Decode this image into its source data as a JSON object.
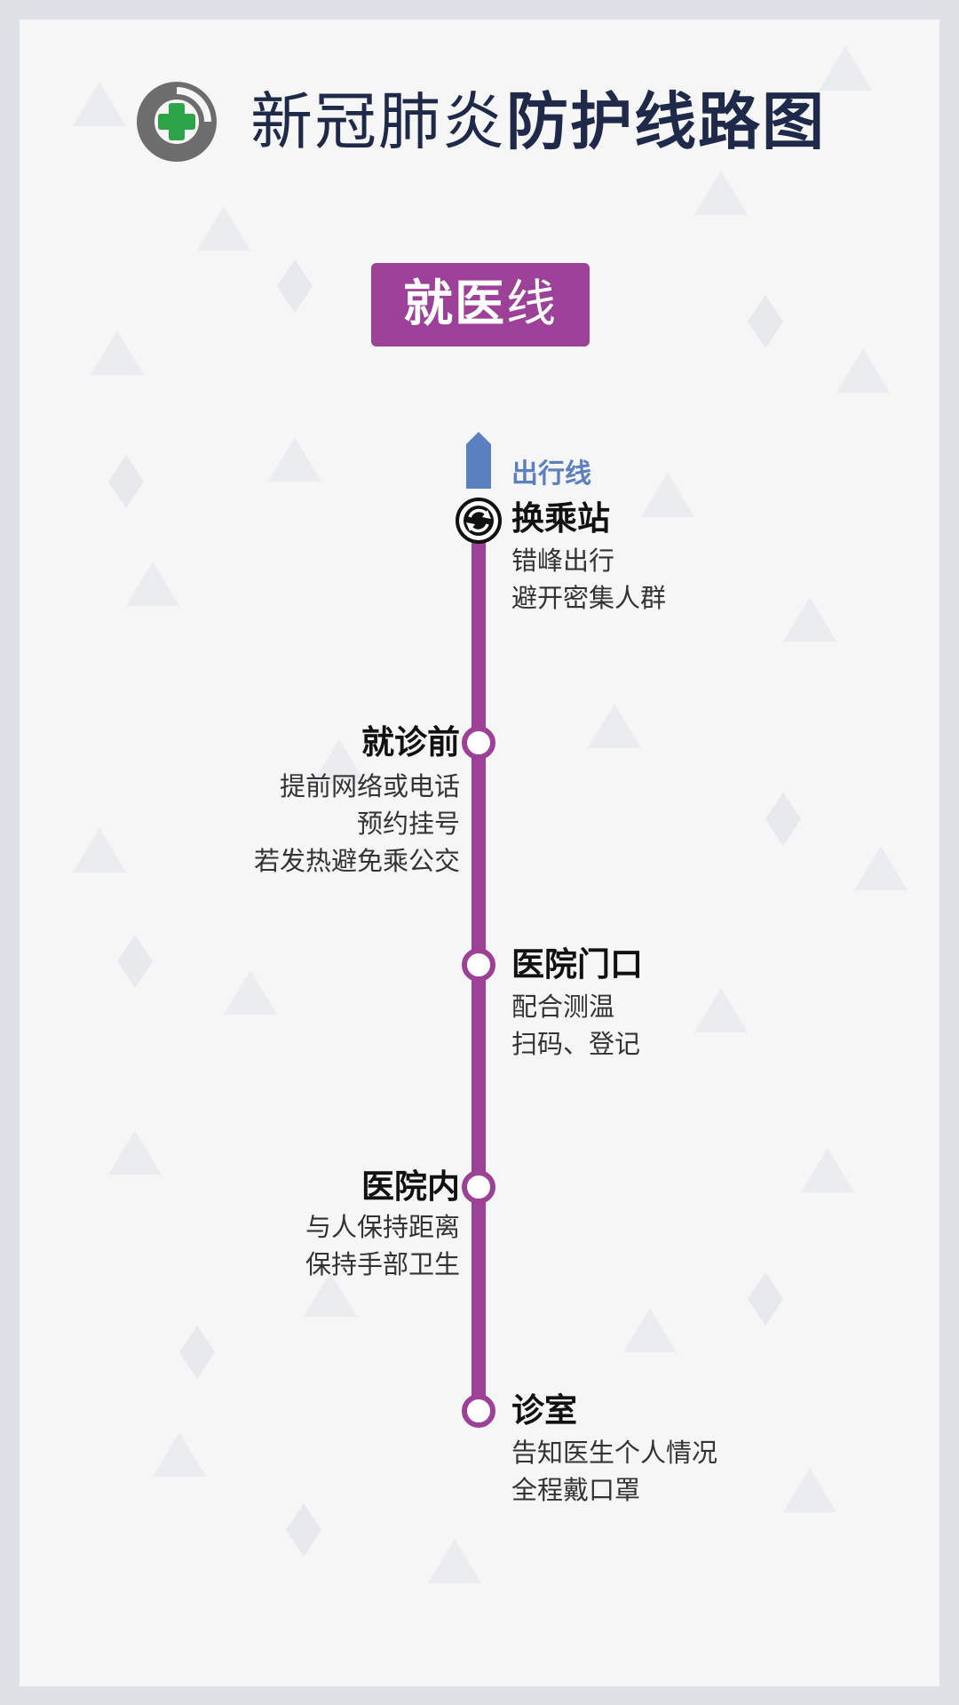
{
  "header": {
    "title_part1": "新冠肺炎",
    "title_part2": "防护线路图",
    "logo_icon": "plus-circle-icon"
  },
  "badge": {
    "part1": "就医",
    "part2": "线"
  },
  "route": {
    "line_color": "#9c4197",
    "up_arrow_color": "#5b80c0",
    "up_label": "出行线",
    "stops": [
      {
        "title": "换乘站",
        "side": "right",
        "icon": "transfer-icon",
        "lines": [
          "错峰出行",
          "避开密集人群"
        ]
      },
      {
        "title": "就诊前",
        "side": "left",
        "icon": "station-circle",
        "lines": [
          "提前网络或电话",
          "预约挂号",
          "若发热避免乘公交"
        ]
      },
      {
        "title": "医院门口",
        "side": "right",
        "icon": "station-circle",
        "lines": [
          "配合测温",
          "扫码、登记"
        ]
      },
      {
        "title": "医院内",
        "side": "left",
        "icon": "station-circle",
        "lines": [
          "与人保持距离",
          "保持手部卫生"
        ]
      },
      {
        "title": "诊室",
        "side": "right",
        "icon": "station-circle",
        "lines": [
          "告知医生个人情况",
          "全程戴口罩"
        ]
      }
    ]
  }
}
